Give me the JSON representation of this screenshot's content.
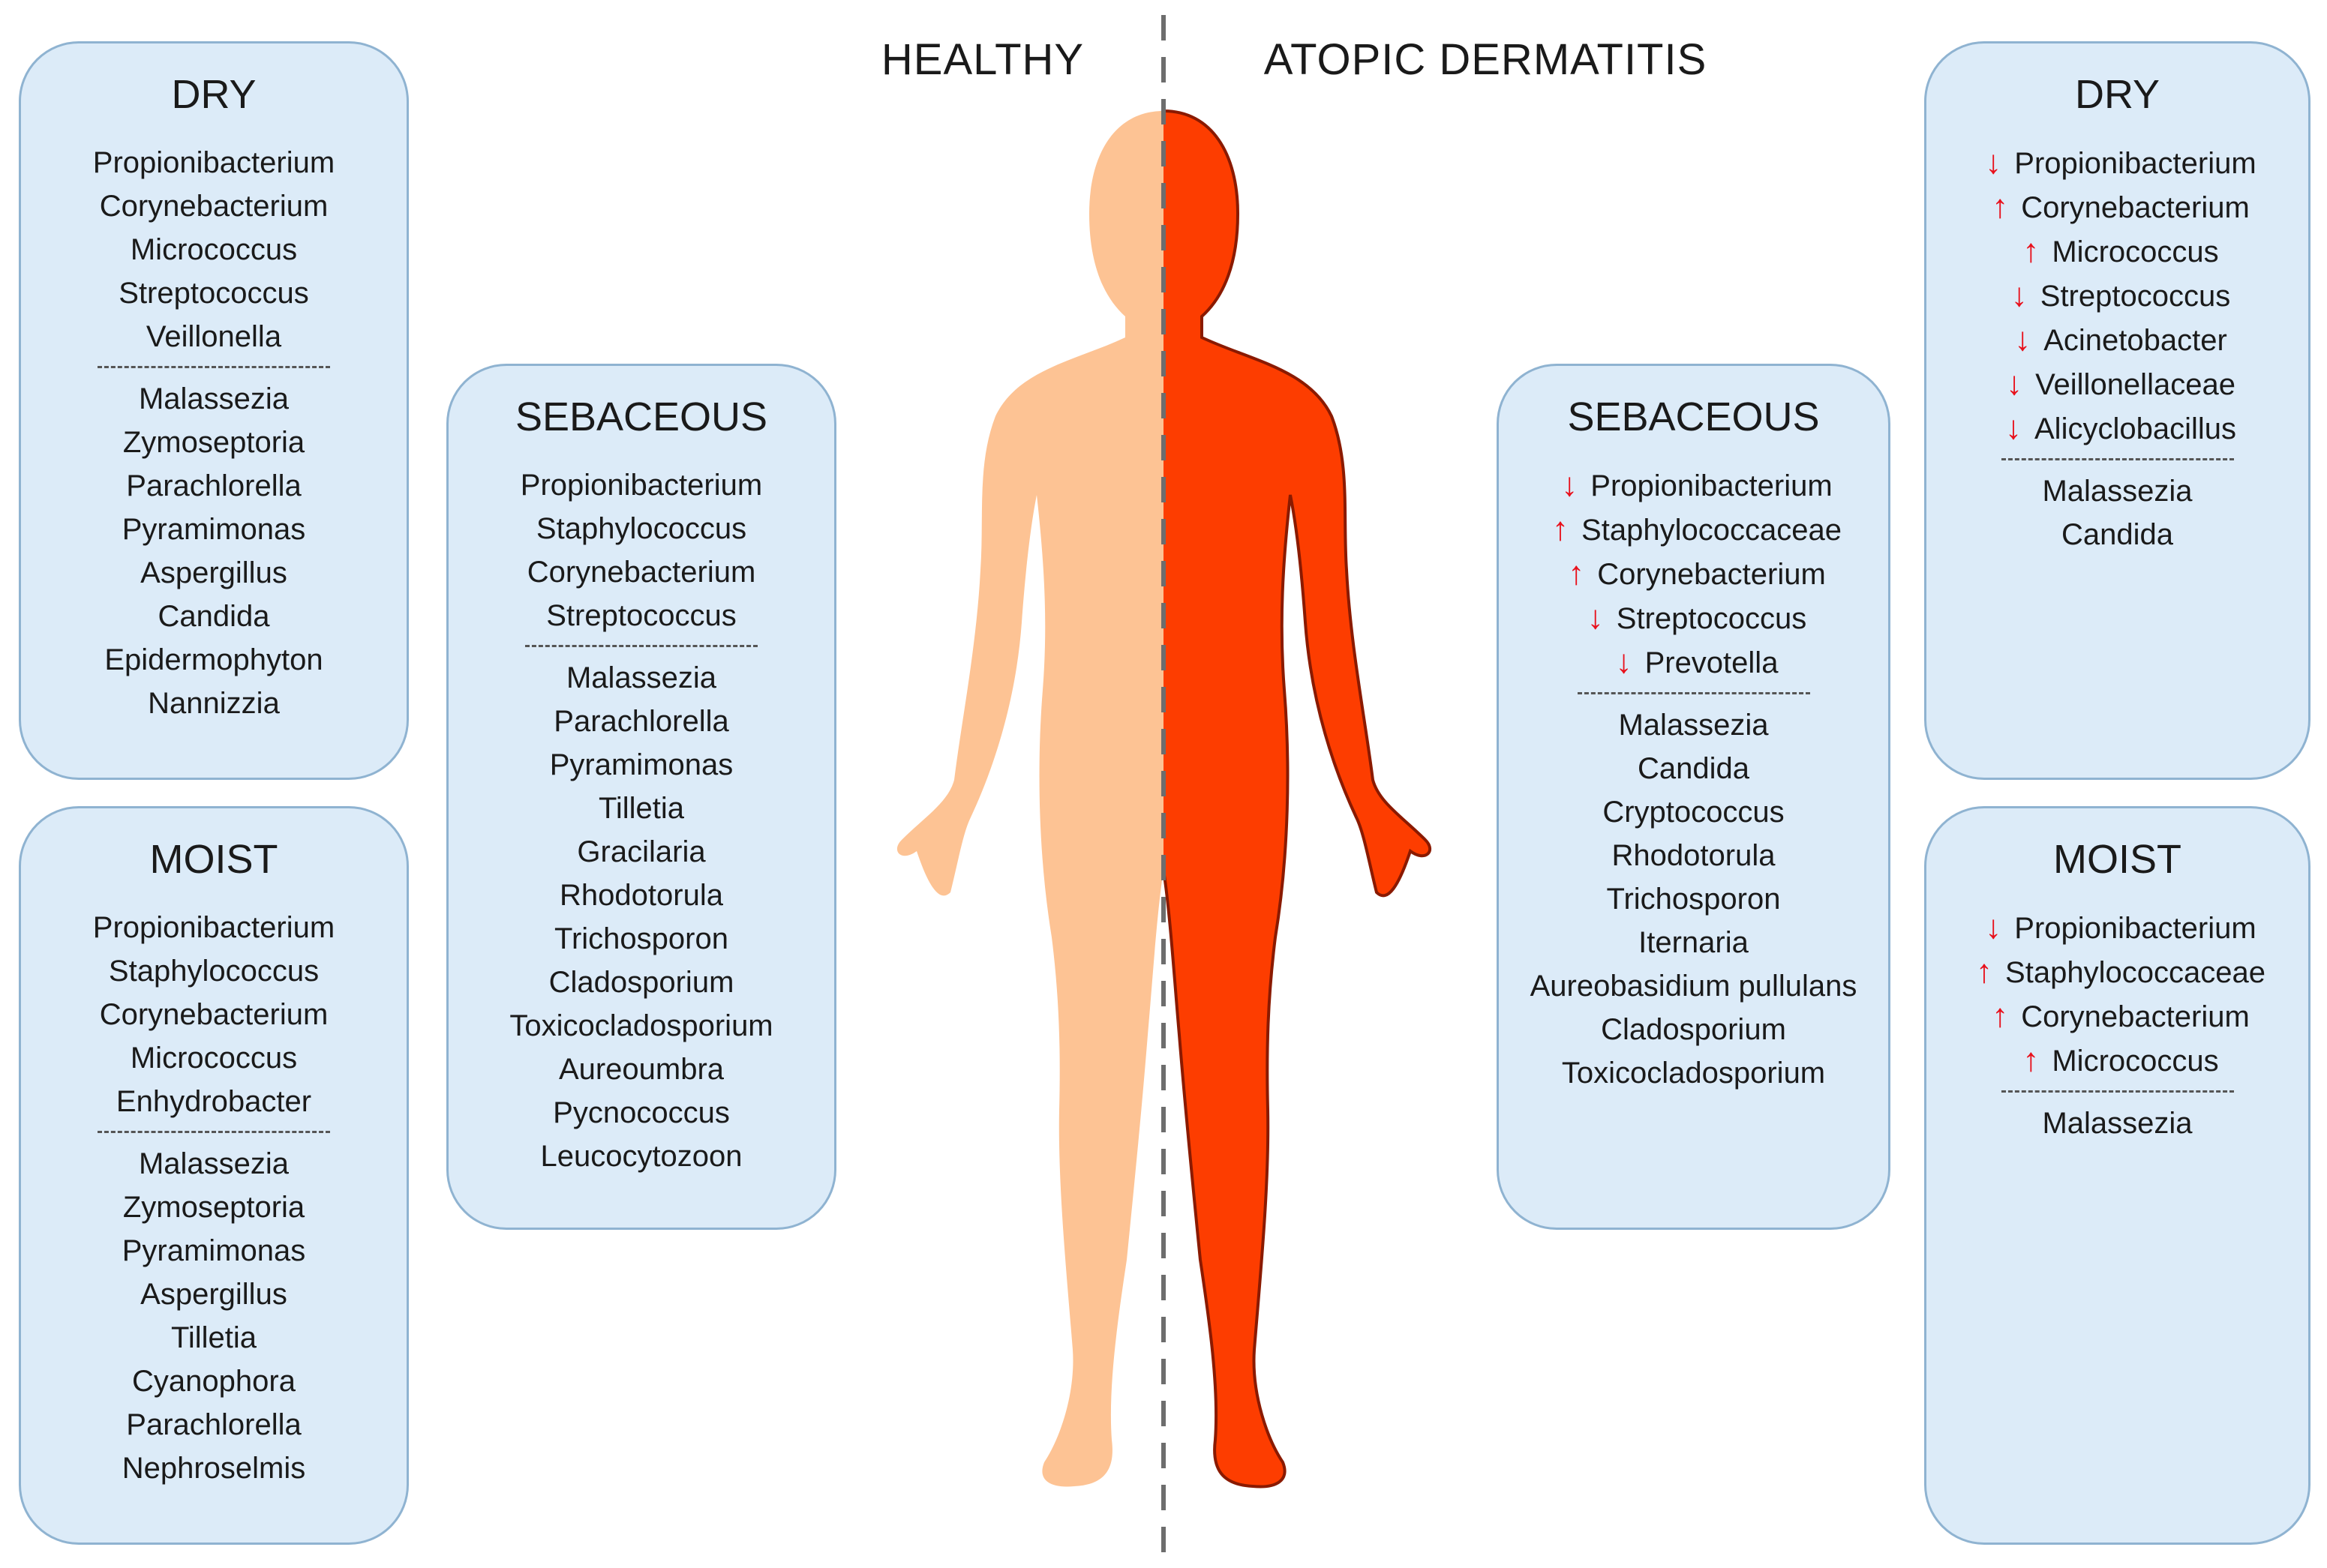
{
  "headings": {
    "healthy": "HEALTHY",
    "ad": "ATOPIC DERMATITIS"
  },
  "colors": {
    "healthy_body": "#fdc394",
    "ad_body": "#fd3d00",
    "ad_body_outline": "#8a1a00",
    "panel_fill": "#dcebf8",
    "panel_border": "#8fb3d1",
    "arrow": "#e8101b",
    "divider": "#6d6d6d"
  },
  "healthy": {
    "dry": {
      "title": "DRY",
      "bacteria": [
        "Propionibacterium",
        "Corynebacterium",
        "Micrococcus",
        "Streptococcus",
        "Veillonella"
      ],
      "fungi": [
        "Malassezia",
        "Zymoseptoria",
        "Parachlorella",
        "Pyramimonas",
        "Aspergillus",
        "Candida",
        "Epidermophyton",
        "Nannizzia"
      ]
    },
    "moist": {
      "title": "MOIST",
      "bacteria": [
        "Propionibacterium",
        "Staphylococcus",
        "Corynebacterium",
        "Micrococcus",
        "Enhydrobacter"
      ],
      "fungi": [
        "Malassezia",
        "Zymoseptoria",
        "Pyramimonas",
        "Aspergillus",
        "Tilletia",
        "Cyanophora",
        "Parachlorella",
        "Nephroselmis"
      ]
    },
    "sebaceous": {
      "title": "SEBACEOUS",
      "bacteria": [
        "Propionibacterium",
        "Staphylococcus",
        "Corynebacterium",
        "Streptococcus"
      ],
      "fungi": [
        "Malassezia",
        "Parachlorella",
        "Pyramimonas",
        "Tilletia",
        "Gracilaria",
        "Rhodotorula",
        "Trichosporon",
        "Cladosporium",
        "Toxicocladosporium",
        "Aureoumbra",
        "Pycnococcus",
        "Leucocytozoon"
      ]
    }
  },
  "ad": {
    "sebaceous": {
      "title": "SEBACEOUS",
      "bacteria": [
        {
          "name": "Propionibacterium",
          "trend": "down"
        },
        {
          "name": "Staphylococcaceae",
          "trend": "up"
        },
        {
          "name": "Corynebacterium",
          "trend": "up"
        },
        {
          "name": "Streptococcus",
          "trend": "down"
        },
        {
          "name": "Prevotella",
          "trend": "down"
        }
      ],
      "fungi": [
        "Malassezia",
        "Candida",
        "Cryptococcus",
        "Rhodotorula",
        "Trichosporon",
        "Iternaria",
        "Aureobasidium pullulans",
        "Cladosporium",
        "Toxicocladosporium"
      ]
    },
    "dry": {
      "title": "DRY",
      "bacteria": [
        {
          "name": "Propionibacterium",
          "trend": "down"
        },
        {
          "name": "Corynebacterium",
          "trend": "up"
        },
        {
          "name": "Micrococcus",
          "trend": "up"
        },
        {
          "name": "Streptococcus",
          "trend": "down"
        },
        {
          "name": "Acinetobacter",
          "trend": "down"
        },
        {
          "name": "Veillonellaceae",
          "trend": "down"
        },
        {
          "name": "Alicyclobacillus",
          "trend": "down"
        }
      ],
      "fungi": [
        "Malassezia",
        "Candida"
      ]
    },
    "moist": {
      "title": "MOIST",
      "bacteria": [
        {
          "name": "Propionibacterium",
          "trend": "down"
        },
        {
          "name": "Staphylococcaceae",
          "trend": "up"
        },
        {
          "name": "Corynebacterium",
          "trend": "up"
        },
        {
          "name": "Micrococcus",
          "trend": "up"
        }
      ],
      "fungi": [
        "Malassezia"
      ]
    }
  }
}
